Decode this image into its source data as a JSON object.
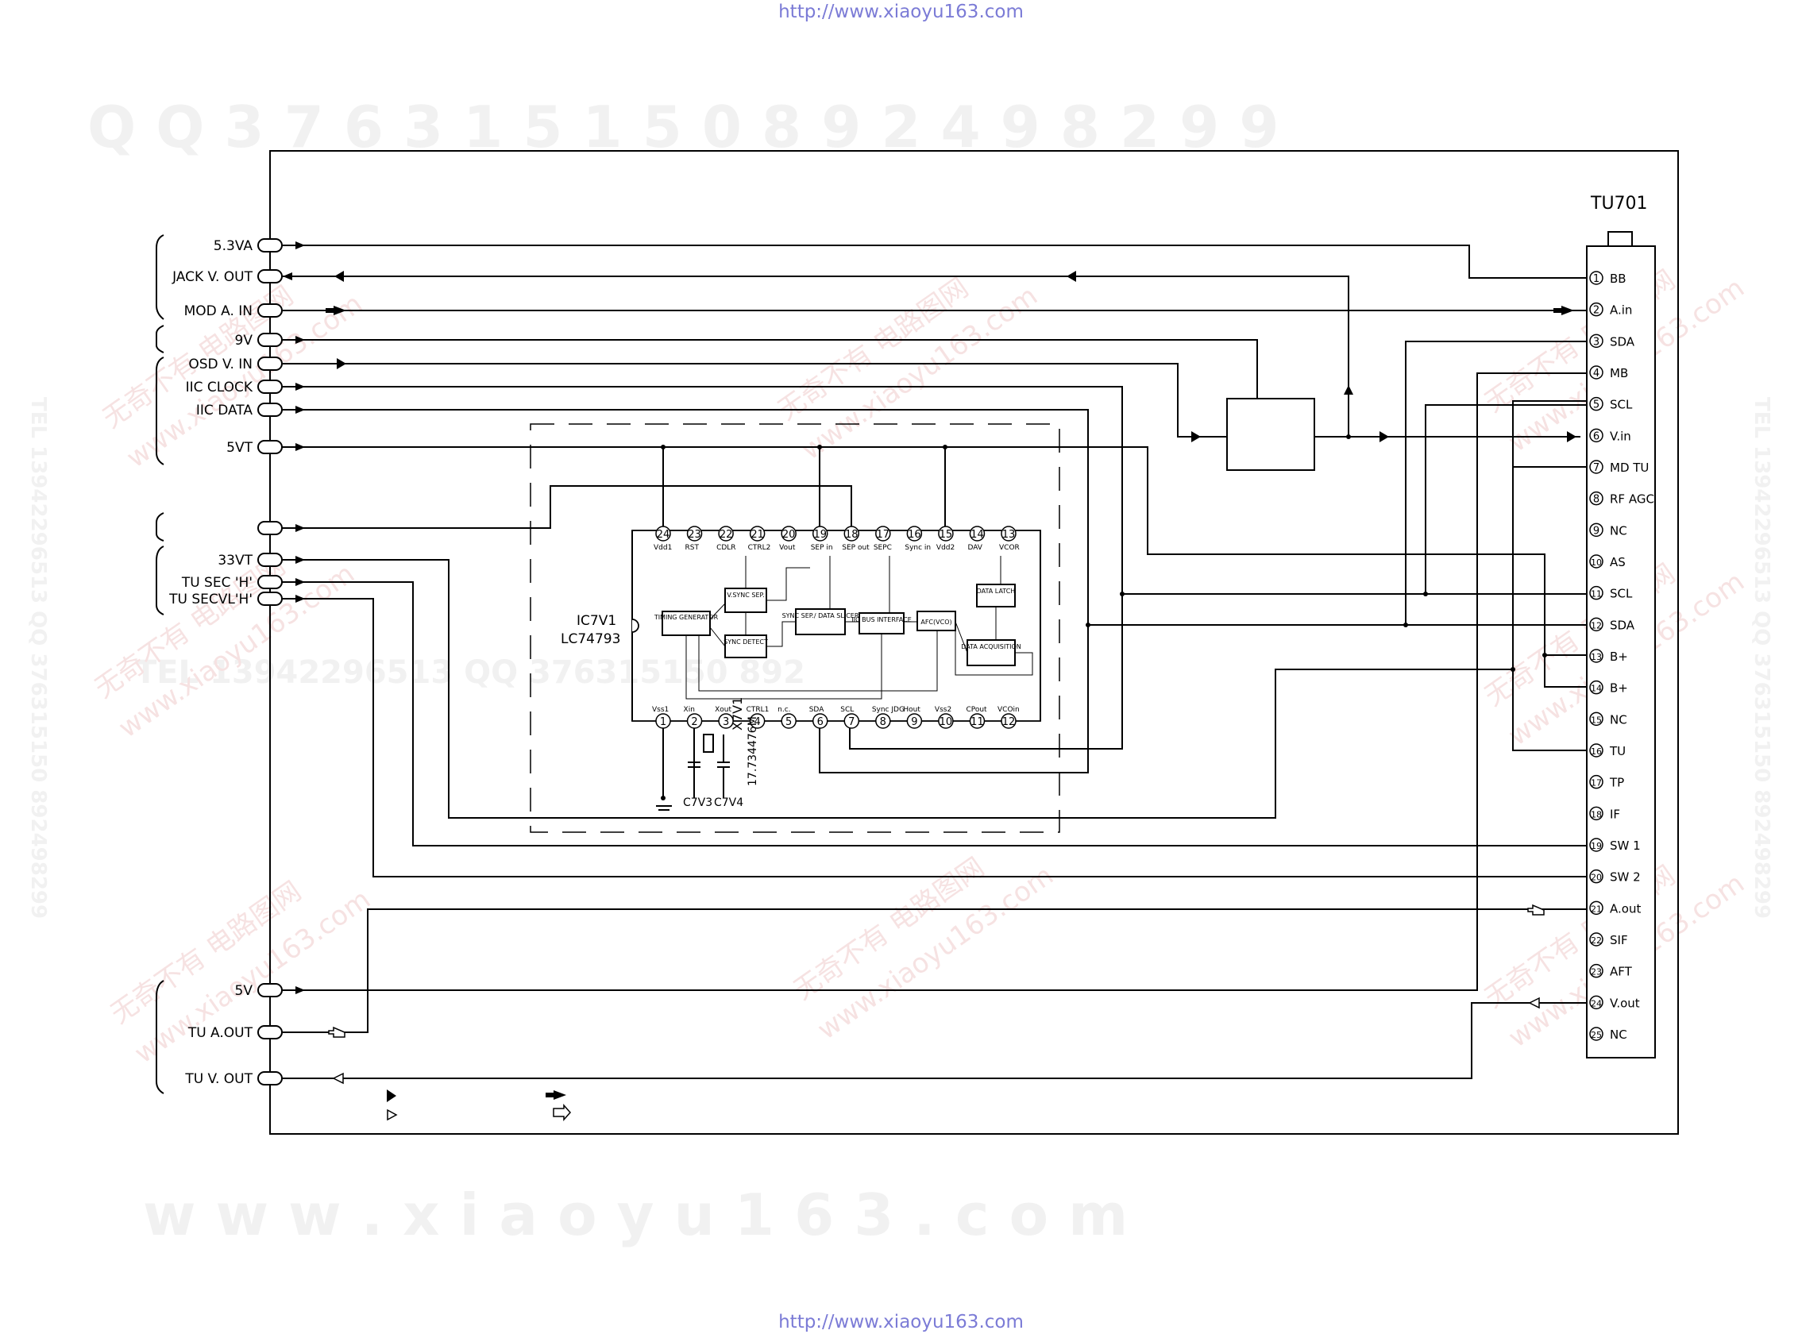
{
  "page": {
    "url_top": "http://www.xiaoyu163.com",
    "url_bottom": "http://www.xiaoyu163.com"
  },
  "watermarks": {
    "qq": "Q Q 3 7 6 3 1 5 1 5 0   8 9 2 4 9 8 2 9 9",
    "site": "w w w . x i a o y u 1 6 3 . c o m",
    "tel_side": "TEL 13942296513 QQ 376315150 892498299",
    "mid": "TEL 13942296513   QQ 376315150   892",
    "cn": "无奇不有 电路图网",
    "cn_site": "www.xiaoyu163.com"
  },
  "tuner": {
    "ref": "TU701",
    "pins": [
      "BB",
      "A.in",
      "SDA",
      "MB",
      "SCL",
      "V.in",
      "MD TU",
      "RF AGC",
      "NC",
      "AS",
      "SCL",
      "SDA",
      "B+",
      "B+",
      "NC",
      "TU",
      "TP",
      "IF",
      "SW 1",
      "SW 2",
      "A.out",
      "SIF",
      "AFT",
      "V.out",
      "NC"
    ]
  },
  "connectors": [
    "5.3VA",
    "JACK V. OUT",
    "MOD A. IN",
    "9V",
    "OSD V. IN",
    "IIC CLOCK",
    "IIC DATA",
    "5VT",
    "",
    "33VT",
    "TU SEC 'H'",
    "TU SECVL'H'",
    "5V",
    "TU A.OUT",
    "TU V. OUT"
  ],
  "ic": {
    "ref": "IC7V1",
    "part": "LC74793",
    "top_pins": [
      {
        "num": "24",
        "label": "Vdd1"
      },
      {
        "num": "23",
        "label": "RST"
      },
      {
        "num": "22",
        "label": "CDLR"
      },
      {
        "num": "21",
        "label": "CTRL2"
      },
      {
        "num": "20",
        "label": "Vout"
      },
      {
        "num": "19",
        "label": "SEP in"
      },
      {
        "num": "18",
        "label": "SEP out"
      },
      {
        "num": "17",
        "label": "SEPC"
      },
      {
        "num": "16",
        "label": "Sync in"
      },
      {
        "num": "15",
        "label": "Vdd2"
      },
      {
        "num": "14",
        "label": "DAV"
      },
      {
        "num": "13",
        "label": "VCOR"
      }
    ],
    "bottom_pins": [
      {
        "num": "1",
        "label": "Vss1"
      },
      {
        "num": "2",
        "label": "Xin"
      },
      {
        "num": "3",
        "label": "Xout"
      },
      {
        "num": "4",
        "label": "CTRL1"
      },
      {
        "num": "5",
        "label": "n.c."
      },
      {
        "num": "6",
        "label": "SDA"
      },
      {
        "num": "7",
        "label": "SCL"
      },
      {
        "num": "8",
        "label": "Sync JDG"
      },
      {
        "num": "9",
        "label": "Hout"
      },
      {
        "num": "10",
        "label": "Vss2"
      },
      {
        "num": "11",
        "label": "CPout"
      },
      {
        "num": "12",
        "label": "VCOin"
      }
    ],
    "blocks": {
      "timing": "TIMING GENERATOR",
      "vsync": "V.SYNC SEP.",
      "sync_detect": "SYNC DETECT",
      "slicer": "SYNC SEP./ DATA SLICER",
      "iic": "IIC BUS INTERFACE",
      "afc": "AFC(VCO)",
      "latch": "DATA LATCH",
      "acq": "DATA ACQUISITION"
    }
  },
  "parts": {
    "crystal_ref": "X7V1",
    "crystal_val": "17.734476M",
    "cap1": "C7V3",
    "cap2": "C7V4"
  }
}
